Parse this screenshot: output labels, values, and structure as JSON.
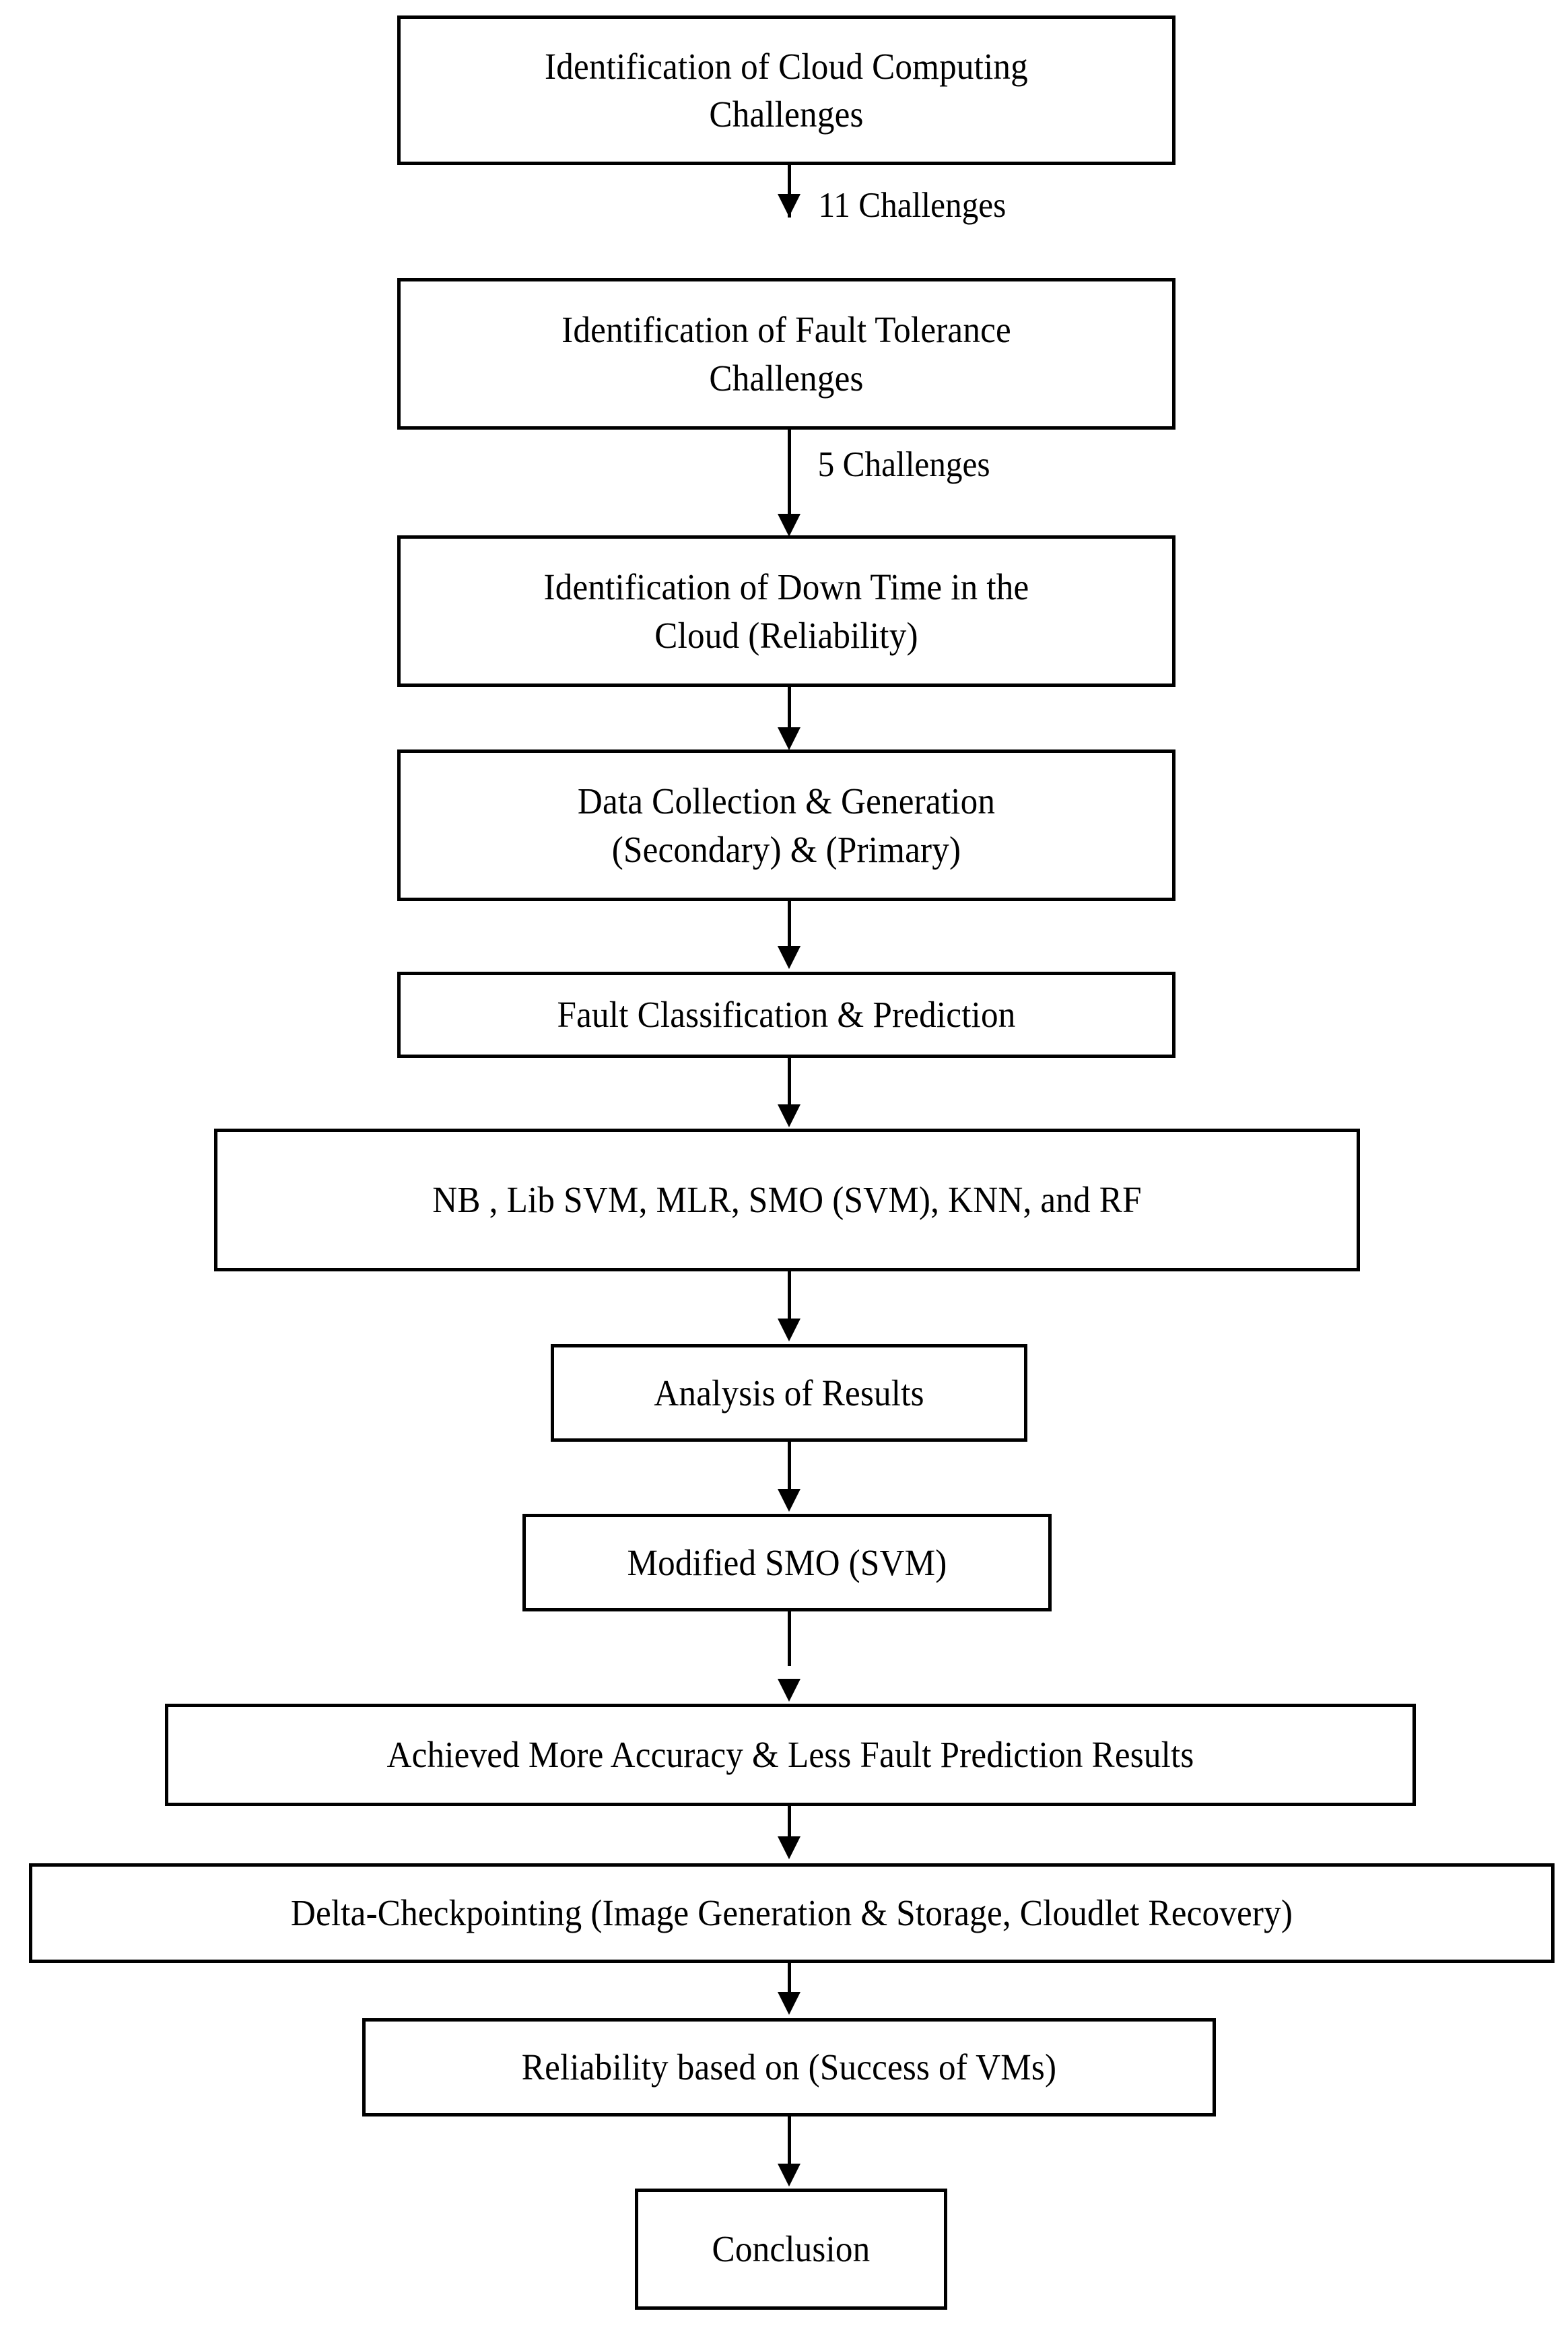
{
  "diagram": {
    "title": "Research Methodology Flowchart",
    "background_color": "#ffffff",
    "line_color": "#000000",
    "text_color": "#000000",
    "type": "flowchart",
    "orientation": "top-to-bottom"
  },
  "nodes": [
    {
      "id": "n1",
      "text": "Identification of Cloud Computing\nChallenges"
    },
    {
      "id": "n2",
      "text": "Identification of Fault Tolerance\nChallenges"
    },
    {
      "id": "n3",
      "text": "Identification of Down Time in the\nCloud (Reliability)"
    },
    {
      "id": "n4",
      "text": "Data Collection  & Generation\n(Secondary)    & (Primary)"
    },
    {
      "id": "n5",
      "text": "Fault Classification  & Prediction"
    },
    {
      "id": "n6",
      "text": "NB , Lib SVM, MLR, SMO (SVM), KNN, and RF"
    },
    {
      "id": "n7",
      "text": "Analysis of Results"
    },
    {
      "id": "n8",
      "text": "Modified SMO (SVM)"
    },
    {
      "id": "n9",
      "text": "Achieved More Accuracy & Less Fault Prediction Results"
    },
    {
      "id": "n10",
      "text": "Delta-Checkpointing (Image Generation & Storage, Cloudlet Recovery)"
    },
    {
      "id": "n11",
      "text": "Reliability  based on (Success of VMs)"
    },
    {
      "id": "n12",
      "text": "Conclusion"
    }
  ],
  "edges": [
    {
      "id": "e1",
      "from": "n1",
      "to": "n2",
      "label": "11 Challenges"
    },
    {
      "id": "e2",
      "from": "n2",
      "to": "n3",
      "label": "5 Challenges"
    },
    {
      "id": "e3",
      "from": "n3",
      "to": "n4",
      "label": ""
    },
    {
      "id": "e4",
      "from": "n4",
      "to": "n5",
      "label": ""
    },
    {
      "id": "e5",
      "from": "n5",
      "to": "n6",
      "label": ""
    },
    {
      "id": "e6",
      "from": "n6",
      "to": "n7",
      "label": ""
    },
    {
      "id": "e7",
      "from": "n7",
      "to": "n8",
      "label": ""
    },
    {
      "id": "e8",
      "from": "n8",
      "to": "n9",
      "label": ""
    },
    {
      "id": "e9",
      "from": "n9",
      "to": "n10",
      "label": ""
    },
    {
      "id": "e10",
      "from": "n10",
      "to": "n11",
      "label": ""
    },
    {
      "id": "e11",
      "from": "n11",
      "to": "n12",
      "label": ""
    }
  ]
}
